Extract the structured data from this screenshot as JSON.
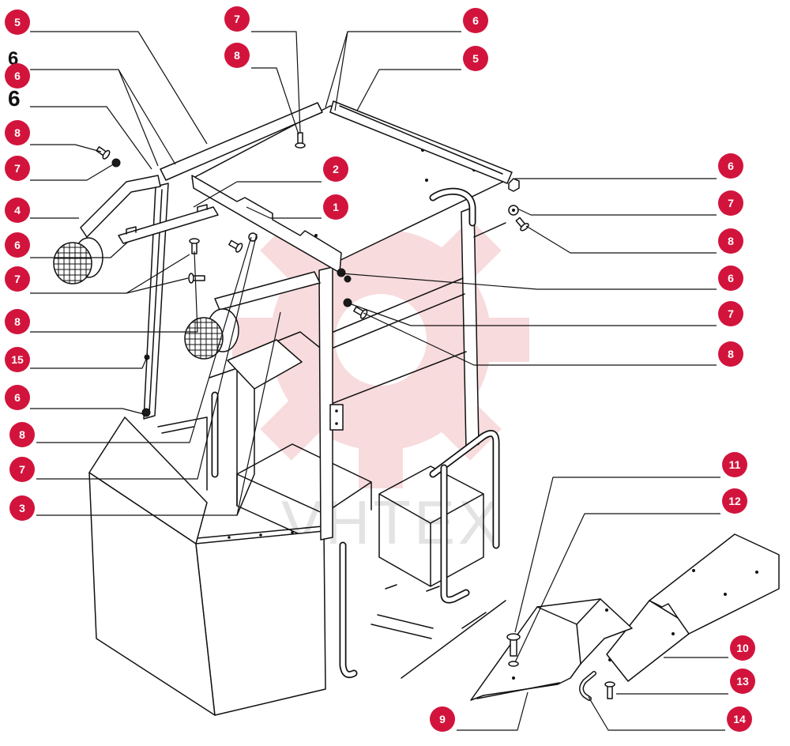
{
  "diagram": {
    "callout_fill": "#d2143c",
    "callout_text_color": "#ffffff",
    "line_color": "#111111",
    "watermark_color": "#f4c4c8",
    "watermark_text": "VHTEX",
    "stray_labels": [
      "6",
      "6"
    ],
    "callouts": [
      {
        "label": "5"
      },
      {
        "label": "6"
      },
      {
        "label": "8"
      },
      {
        "label": "7"
      },
      {
        "label": "4"
      },
      {
        "label": "6"
      },
      {
        "label": "7"
      },
      {
        "label": "8"
      },
      {
        "label": "15"
      },
      {
        "label": "6"
      },
      {
        "label": "8"
      },
      {
        "label": "7"
      },
      {
        "label": "3"
      },
      {
        "label": "7"
      },
      {
        "label": "8"
      },
      {
        "label": "6"
      },
      {
        "label": "5"
      },
      {
        "label": "2"
      },
      {
        "label": "1"
      },
      {
        "label": "6"
      },
      {
        "label": "7"
      },
      {
        "label": "8"
      },
      {
        "label": "6"
      },
      {
        "label": "7"
      },
      {
        "label": "8"
      },
      {
        "label": "11"
      },
      {
        "label": "12"
      },
      {
        "label": "10"
      },
      {
        "label": "13"
      },
      {
        "label": "14"
      },
      {
        "label": "9"
      }
    ]
  }
}
